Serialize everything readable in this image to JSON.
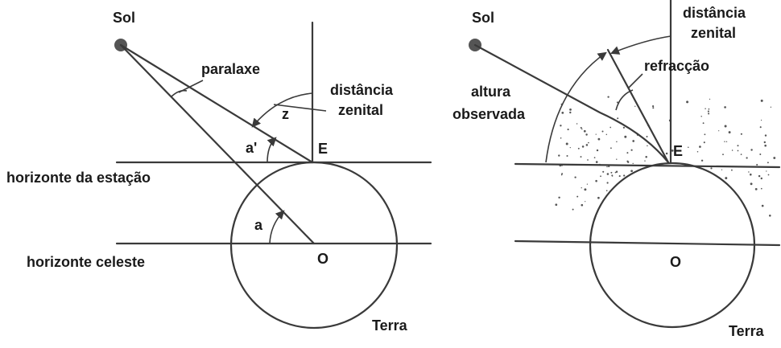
{
  "left_panel": {
    "sun_label": "Sol",
    "parallax_label": "paralaxe",
    "zenith_distance_line1": "distância",
    "zenith_distance_line2": "zenital",
    "z_label": "z",
    "a_prime_label": "a'",
    "station_label": "E",
    "station_horizon_label": "horizonte da estação",
    "a_label": "a",
    "celestial_horizon_label": "horizonte celeste",
    "center_label": "O",
    "earth_label": "Terra"
  },
  "right_panel": {
    "sun_label": "Sol",
    "zenith_distance_line1": "distância",
    "zenith_distance_line2": "zenital",
    "refraction_label": "refracção",
    "observed_altitude_line1": "altura",
    "observed_altitude_line2": "observada",
    "station_label": "E",
    "center_label": "O",
    "earth_label": "Terra"
  }
}
